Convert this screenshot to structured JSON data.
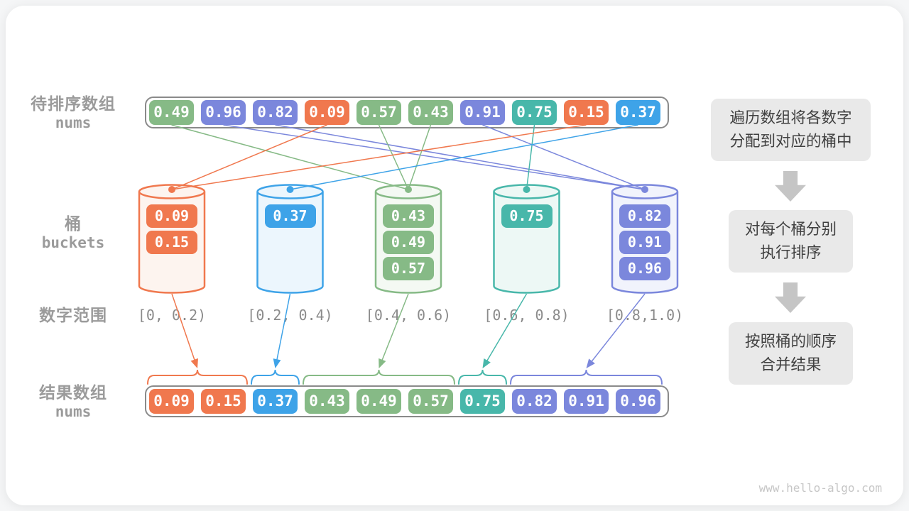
{
  "palette": {
    "green": {
      "main": "#86ba86",
      "light": "#f4f9f3"
    },
    "blue": {
      "main": "#3ea3e8",
      "light": "#ecf6fd"
    },
    "indigo": {
      "main": "#7b87dc",
      "light": "#f1f3fc"
    },
    "orange": {
      "main": "#f0784e",
      "light": "#fdf4ef"
    },
    "teal": {
      "main": "#48b7aa",
      "light": "#edf8f5"
    },
    "container_border": "#8a8a8a",
    "label_gray": "#9b9b9b",
    "step_box_bg": "#e9e9e9",
    "step_arrow_gray": "#c5c5c5"
  },
  "labels": {
    "source_cn": "待排序数组",
    "source_en": "nums",
    "buckets_cn": "桶",
    "buckets_en": "buckets",
    "ranges_cn": "数字范围",
    "result_cn": "结果数组",
    "result_en": "nums"
  },
  "source_array": {
    "cells": [
      {
        "value": "0.49",
        "color": "green"
      },
      {
        "value": "0.96",
        "color": "indigo"
      },
      {
        "value": "0.82",
        "color": "indigo"
      },
      {
        "value": "0.09",
        "color": "orange"
      },
      {
        "value": "0.57",
        "color": "green"
      },
      {
        "value": "0.43",
        "color": "green"
      },
      {
        "value": "0.91",
        "color": "indigo"
      },
      {
        "value": "0.75",
        "color": "teal"
      },
      {
        "value": "0.15",
        "color": "orange"
      },
      {
        "value": "0.37",
        "color": "blue"
      }
    ]
  },
  "buckets": [
    {
      "color": "orange",
      "range": "[0, 0.2)",
      "values": [
        "0.09",
        "0.15"
      ]
    },
    {
      "color": "blue",
      "range": "[0.2, 0.4)",
      "values": [
        "0.37"
      ]
    },
    {
      "color": "green",
      "range": "[0.4, 0.6)",
      "values": [
        "0.43",
        "0.49",
        "0.57"
      ]
    },
    {
      "color": "teal",
      "range": "[0.6, 0.8)",
      "values": [
        "0.75"
      ]
    },
    {
      "color": "indigo",
      "range": "[0.8,1.0)",
      "values": [
        "0.82",
        "0.91",
        "0.96"
      ]
    }
  ],
  "connections": [
    {
      "cell": 0,
      "bucket": 2
    },
    {
      "cell": 1,
      "bucket": 4
    },
    {
      "cell": 2,
      "bucket": 4
    },
    {
      "cell": 3,
      "bucket": 0
    },
    {
      "cell": 4,
      "bucket": 2
    },
    {
      "cell": 5,
      "bucket": 2
    },
    {
      "cell": 6,
      "bucket": 4
    },
    {
      "cell": 7,
      "bucket": 3
    },
    {
      "cell": 8,
      "bucket": 0
    },
    {
      "cell": 9,
      "bucket": 1
    }
  ],
  "result_array": {
    "cells": [
      {
        "value": "0.09",
        "color": "orange"
      },
      {
        "value": "0.15",
        "color": "orange"
      },
      {
        "value": "0.37",
        "color": "blue"
      },
      {
        "value": "0.43",
        "color": "green"
      },
      {
        "value": "0.49",
        "color": "green"
      },
      {
        "value": "0.57",
        "color": "green"
      },
      {
        "value": "0.75",
        "color": "teal"
      },
      {
        "value": "0.82",
        "color": "indigo"
      },
      {
        "value": "0.91",
        "color": "indigo"
      },
      {
        "value": "0.96",
        "color": "indigo"
      }
    ],
    "groups": [
      {
        "bucket": 0,
        "start": 0,
        "end": 1
      },
      {
        "bucket": 1,
        "start": 2,
        "end": 2
      },
      {
        "bucket": 2,
        "start": 3,
        "end": 5
      },
      {
        "bucket": 3,
        "start": 6,
        "end": 6
      },
      {
        "bucket": 4,
        "start": 7,
        "end": 9
      }
    ]
  },
  "steps": [
    {
      "line1": "遍历数组将各数字",
      "line2": "分配到对应的桶中"
    },
    {
      "line1": "对每个桶分别",
      "line2": "执行排序"
    },
    {
      "line1": "按照桶的顺序",
      "line2": "合并结果"
    }
  ],
  "watermark": "www.hello-algo.com"
}
